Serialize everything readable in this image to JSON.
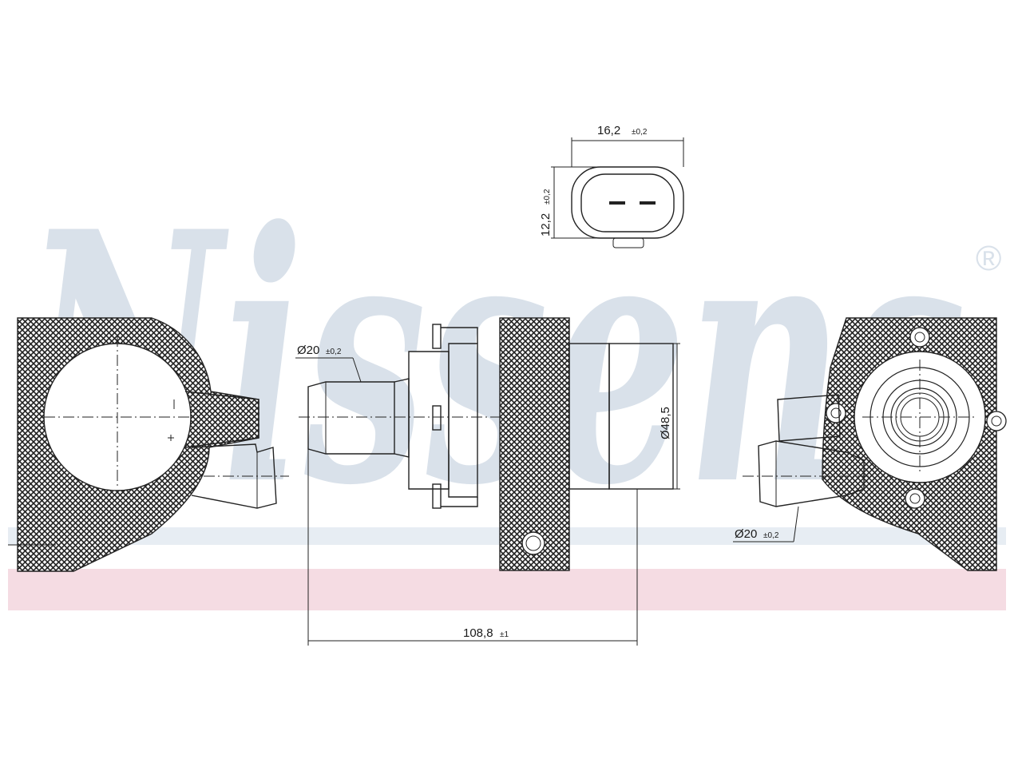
{
  "watermark": {
    "brand": "Nissens",
    "registered_mark": "®"
  },
  "dimensions": {
    "connector_width": {
      "value": "16,2",
      "tolerance": "±0,2"
    },
    "connector_height": {
      "value": "12,2",
      "tolerance": "±0,2"
    },
    "inlet_diameter_left": {
      "value": "Ø20",
      "tolerance": "±0,2"
    },
    "body_diameter": {
      "value": "Ø48,5"
    },
    "overall_length": {
      "value": "108,8",
      "tolerance": "±1"
    },
    "inlet_diameter_right": {
      "value": "Ø20",
      "tolerance": "±0,2"
    }
  },
  "colors": {
    "watermark_blue": "#d9e1ea",
    "band_pink": "#f3d6de",
    "hatch": "#222222"
  }
}
